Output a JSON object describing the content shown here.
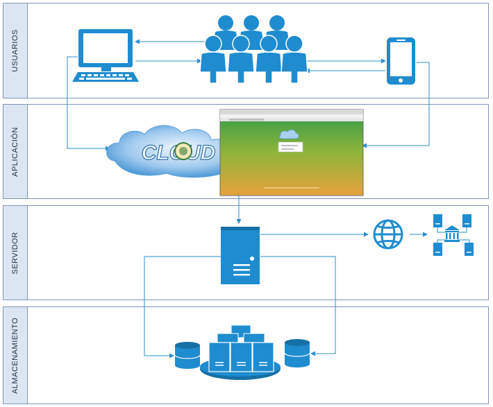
{
  "lanes": [
    {
      "id": "usuarios",
      "label": "USUARIOS"
    },
    {
      "id": "aplicacion",
      "label": "APLICACIÓN"
    },
    {
      "id": "servidor",
      "label": "SERVIDOR"
    },
    {
      "id": "almacenamiento",
      "label": "ALMACENAMIENTO"
    }
  ],
  "cloud": {
    "text": "CLOUD"
  },
  "colors": {
    "icon": "#1e8ccf",
    "icon_dark": "#1670a6",
    "line": "#2a8fd0",
    "lane_border": "#7f95b8",
    "lane_label_bg": "#dce6f2"
  },
  "icons": [
    "desktop-computer-icon",
    "users-group-icon",
    "smartphone-icon",
    "cloud-icon",
    "app-screenshot",
    "server-icon",
    "globe-icon",
    "network-icon",
    "database-icon",
    "server-rack-icon"
  ]
}
